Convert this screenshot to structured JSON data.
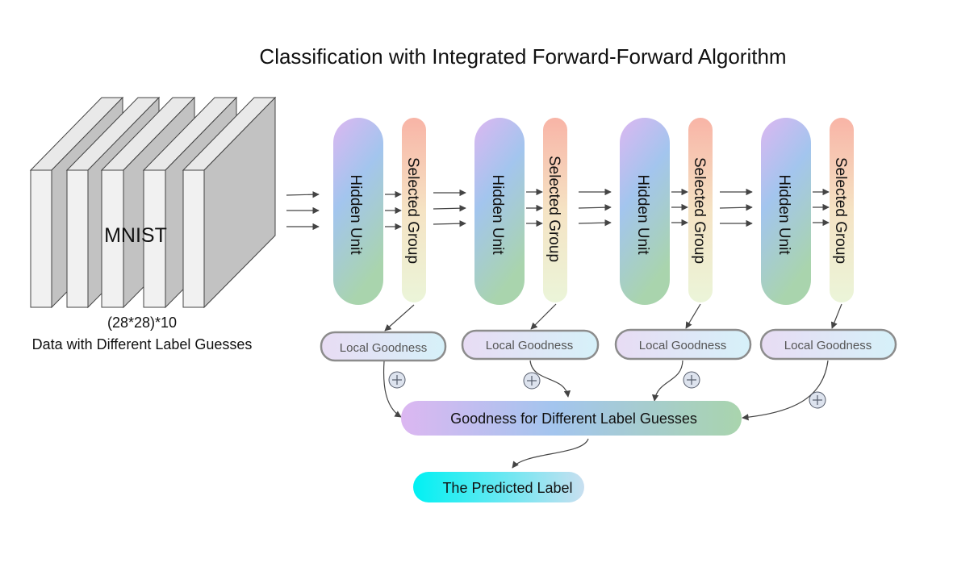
{
  "title": "Classification with Integrated Forward-Forward Algorithm",
  "input": {
    "label": "MNIST",
    "shape": "(28*28)*10",
    "caption": "Data with Different Label Guesses"
  },
  "layers": [
    {
      "hidden_label": "Hidden Unit",
      "group_label": "Selected Group",
      "goodness_label": "Local Goodness"
    },
    {
      "hidden_label": "Hidden Unit",
      "group_label": "Selected Group",
      "goodness_label": "Local Goodness"
    },
    {
      "hidden_label": "Hidden Unit",
      "group_label": "Selected Group",
      "goodness_label": "Local Goodness"
    },
    {
      "hidden_label": "Hidden Unit",
      "group_label": "Selected Group",
      "goodness_label": "Local Goodness"
    }
  ],
  "aggregate": {
    "label": "Goodness for Different Label Guesses"
  },
  "output": {
    "label": "The Predicted Label"
  },
  "colors": {
    "hidden_gradient": [
      "#d9b8f0",
      "#a4c6ee",
      "#a7d3b0"
    ],
    "group_gradient": [
      "#f8b7a8",
      "#f6e2c2",
      "#eaf4d8"
    ],
    "local_goodness_gradient": [
      "#e6dcf3",
      "#d8f0f8"
    ],
    "aggregate_gradient": [
      "#d9b8f0",
      "#a4c6ee",
      "#a7d3b0"
    ],
    "output_gradient": [
      "#00f0f2",
      "#c5dff0"
    ]
  }
}
